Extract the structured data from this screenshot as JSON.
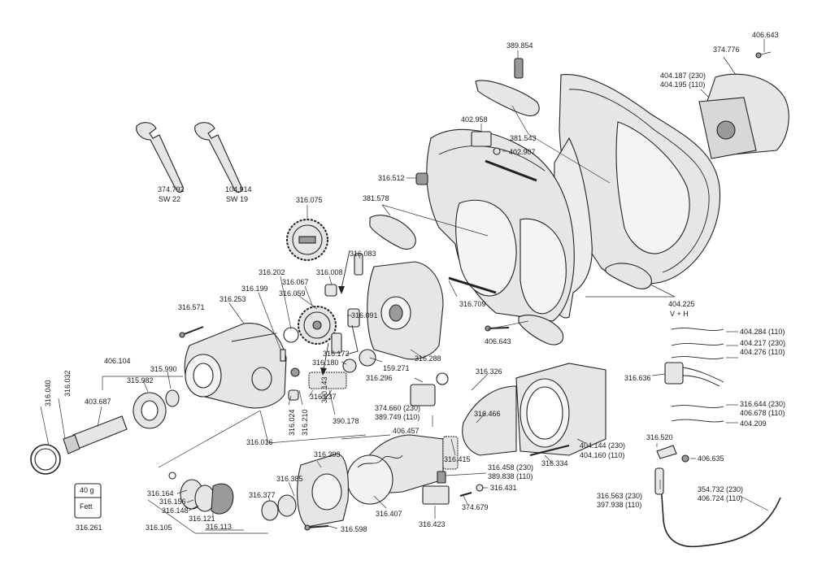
{
  "labels": {
    "l389854": "389.854",
    "l406643a": "406.643",
    "l374776": "374.776",
    "l404187": "404.187 (230)",
    "l404195": "404.195 (110)",
    "l402958": "402.958",
    "l381543": "381.543",
    "l402907": "402.907",
    "l374792": "374.792",
    "sw22": "SW 22",
    "l104914": "104.914",
    "sw19": "SW 19",
    "l316512": "316.512",
    "l381578": "381.578",
    "l316075": "316.075",
    "l316083": "316.083",
    "l316202": "316.202",
    "l316008": "316.008",
    "l316199": "316.199",
    "l316067": "316.067",
    "l316253": "316.253",
    "l316059": "316.059",
    "l316091": "316.091",
    "l316571": "316.571",
    "l316709": "316.709",
    "l406643b": "406.643",
    "l404225": "404.225",
    "vh": "V + H",
    "l404284": "404.284 (110)",
    "l404217": "404.217 (230)",
    "l404276": "404.276 (110)",
    "l316172": "316.172",
    "l316180": "316.180",
    "l159271": "159.271",
    "l316288": "316.288",
    "l316296": "316.296",
    "l316326": "316.326",
    "l406104": "406.104",
    "l315990": "315.990",
    "l315982": "315.982",
    "l316237": "316.237",
    "l390143": "390.143",
    "l390178": "390.178",
    "l316636": "316.636",
    "l316040": "316.040",
    "l316032": "316.032",
    "l403687": "403.687",
    "l316024": "316.024",
    "l316210": "316.210",
    "l374660": "374.660 (230)",
    "l389749": "389.749 (110)",
    "l316466": "316.466",
    "l316644": "316.644 (230)",
    "l406678": "406.678 (110)",
    "l404209": "404.209",
    "l406457": "406.457",
    "l316016": "316.016",
    "l316393": "316.393",
    "l316415": "316.415",
    "l404144": "404.144 (230)",
    "l404160": "404.160 (110)",
    "l316520": "316.520",
    "l316334": "316.334",
    "l406635": "406.635",
    "l316385": "316.385",
    "l316458": "316.458 (230)",
    "l389838": "389.838 (110)",
    "l316431": "316.431",
    "l316377": "316.377",
    "l316164": "316.164",
    "l316156": "316.156",
    "l316148": "316.148",
    "l316121": "316.121",
    "l316113": "316.113",
    "l316105": "316.105",
    "l316407": "316.407",
    "l374679": "374.679",
    "l316423": "316.423",
    "l316563": "316.563 (230)",
    "l397938": "397.938 (110)",
    "l354732": "354.732 (230)",
    "l406724": "406.724 (110)",
    "l316598": "316.598",
    "fett_qty": "40 g",
    "fett": "Fett",
    "l316261": "316.261"
  }
}
